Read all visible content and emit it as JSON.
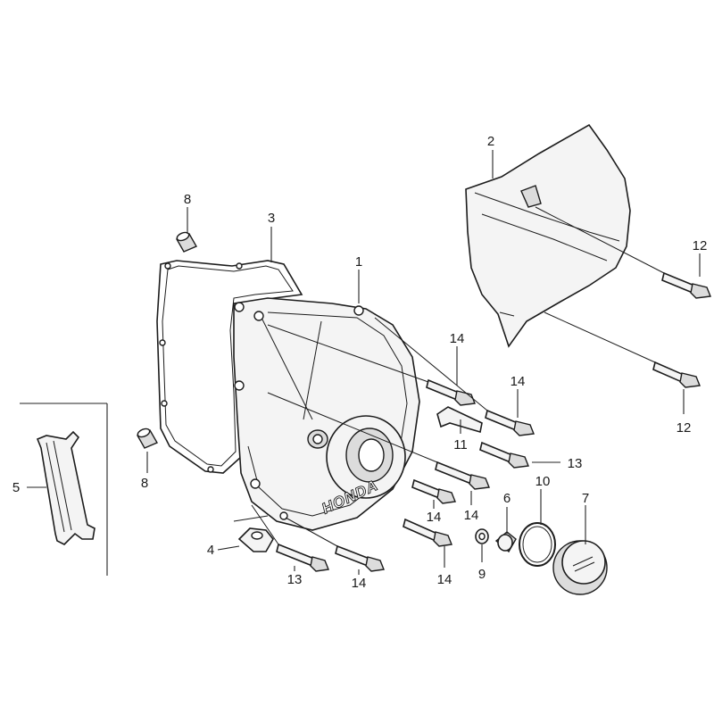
{
  "diagram": {
    "brand_mark": "HONDA",
    "callouts": [
      {
        "id": "c1",
        "text": "1"
      },
      {
        "id": "c2",
        "text": "2"
      },
      {
        "id": "c3",
        "text": "3"
      },
      {
        "id": "c4",
        "text": "4"
      },
      {
        "id": "c5",
        "text": "5"
      },
      {
        "id": "c6",
        "text": "6"
      },
      {
        "id": "c7",
        "text": "7"
      },
      {
        "id": "c8a",
        "text": "8"
      },
      {
        "id": "c8b",
        "text": "8"
      },
      {
        "id": "c9",
        "text": "9"
      },
      {
        "id": "c10",
        "text": "10"
      },
      {
        "id": "c11",
        "text": "11"
      },
      {
        "id": "c12a",
        "text": "12"
      },
      {
        "id": "c12b",
        "text": "12"
      },
      {
        "id": "c13a",
        "text": "13"
      },
      {
        "id": "c13b",
        "text": "13"
      },
      {
        "id": "c14a",
        "text": "14"
      },
      {
        "id": "c14b",
        "text": "14"
      },
      {
        "id": "c14c",
        "text": "14"
      },
      {
        "id": "c14d",
        "text": "14"
      },
      {
        "id": "c14e",
        "text": "14"
      },
      {
        "id": "c14f",
        "text": "14"
      }
    ]
  }
}
